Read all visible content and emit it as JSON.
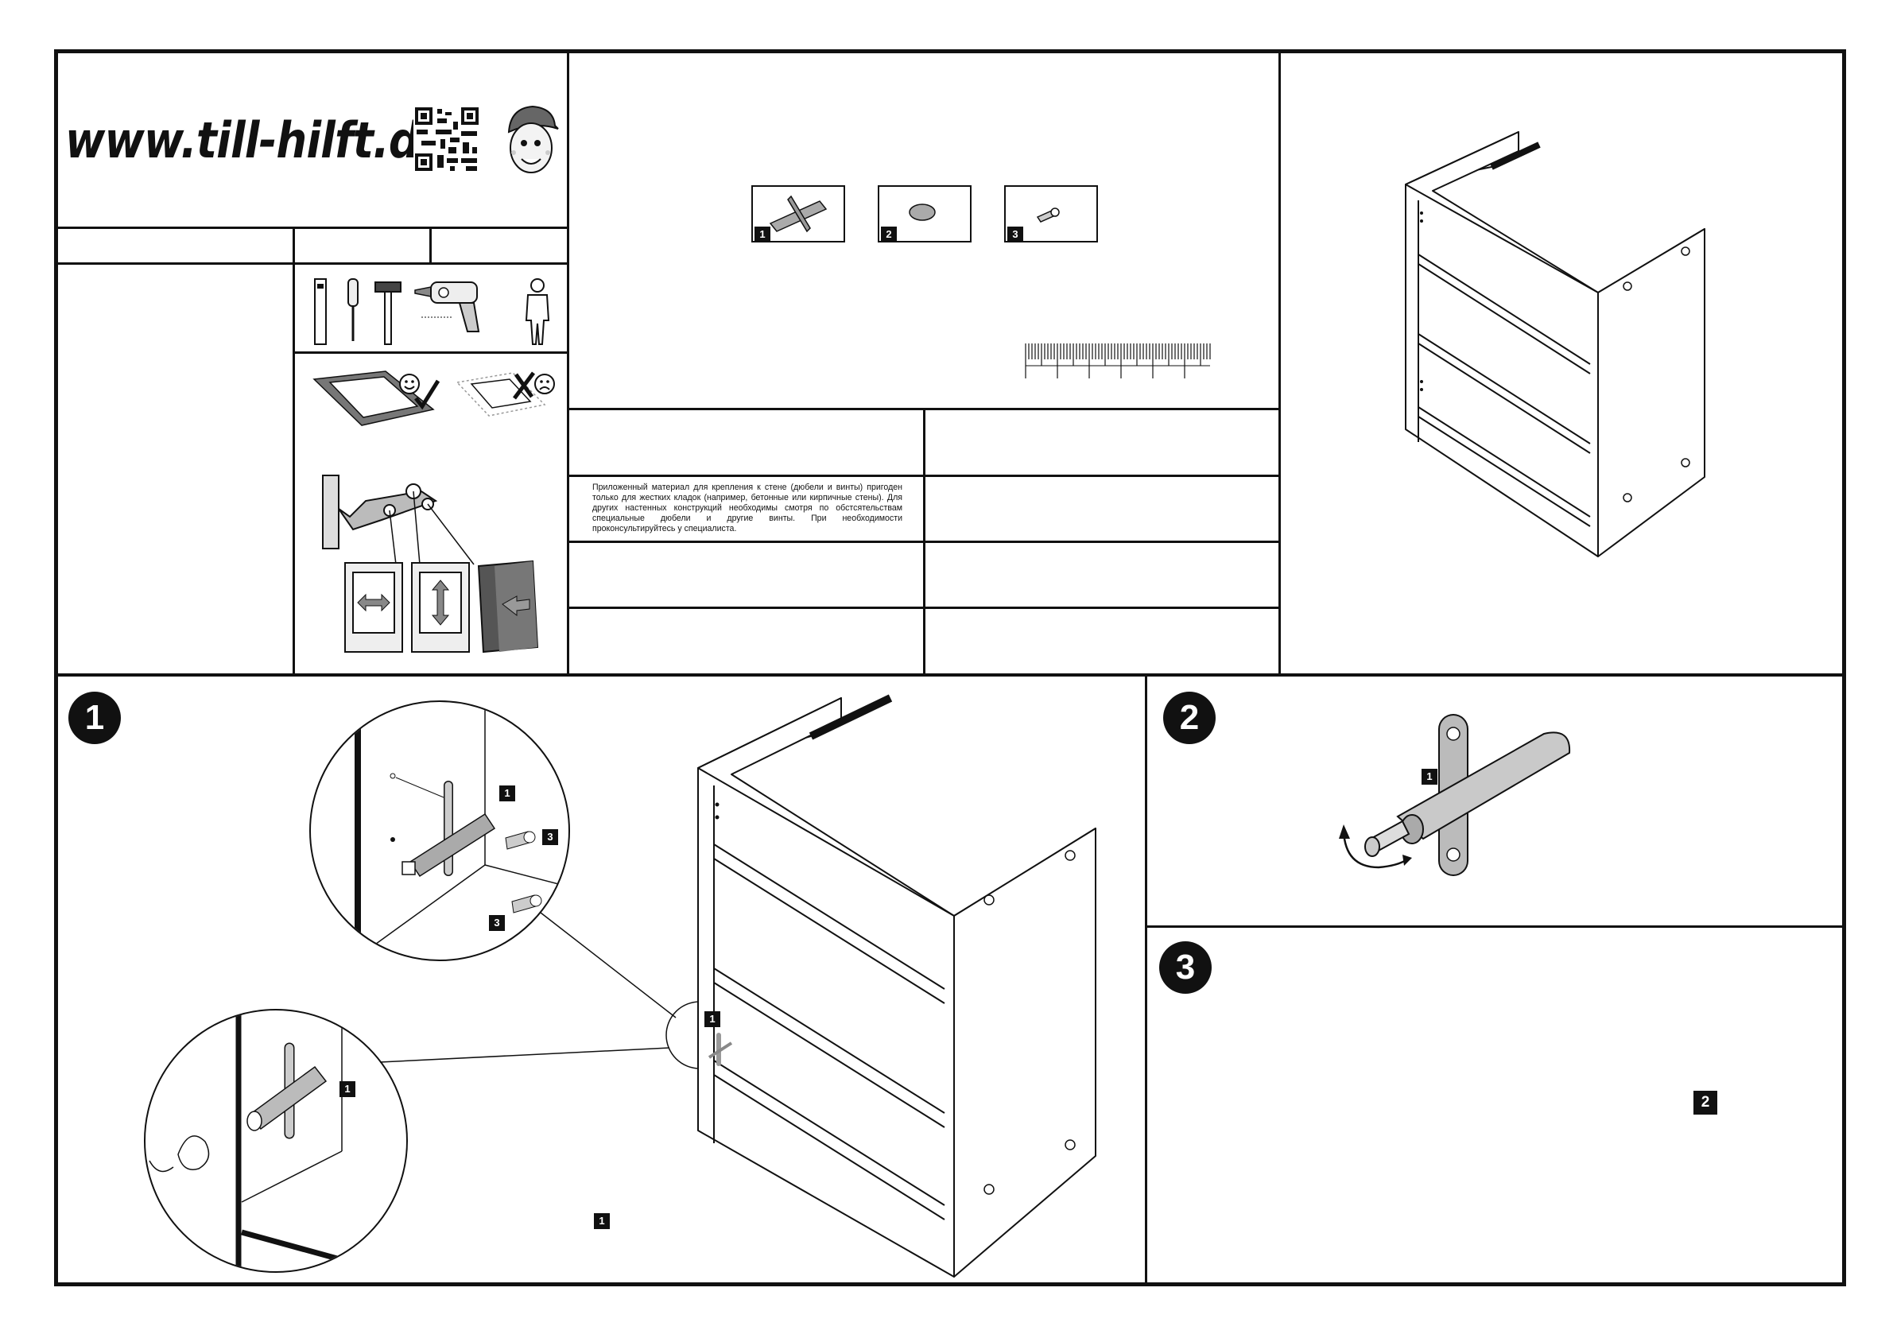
{
  "header": {
    "website": "www.till-hilft.de"
  },
  "parts": [
    {
      "number": "1",
      "name": "push-to-open-damper-icon"
    },
    {
      "number": "2",
      "name": "bumper-pad-icon"
    },
    {
      "number": "3",
      "name": "dowel-screw-icon"
    }
  ],
  "notice_text": "Приложенный материал для крепления к стене (дюбели и винты) пригоден только для жестких кладок (например, бетонные или кирпичные стены). Для других настенных конструкций необходимы смотря по обстсятельствам специальные дюбели и другие винты. При необходимости проконсультируйтесь у специалиста.",
  "steps": [
    {
      "number": "1"
    },
    {
      "number": "2"
    },
    {
      "number": "3"
    }
  ],
  "callouts": {
    "step1_damper": "1",
    "step1_dowel_a": "3",
    "step1_dowel_b": "3",
    "step1_zoom2": "1",
    "step1_cabinet": "1",
    "step1_bottom": "1",
    "step2_damper": "1",
    "step3_pad": "2"
  },
  "icons": {
    "tools": [
      "spirit-level-icon",
      "screwdriver-icon",
      "hammer-icon",
      "drill-icon",
      "person-icon"
    ],
    "mat_good": "smiley-happy-icon",
    "mat_bad": "smiley-sad-icon"
  }
}
